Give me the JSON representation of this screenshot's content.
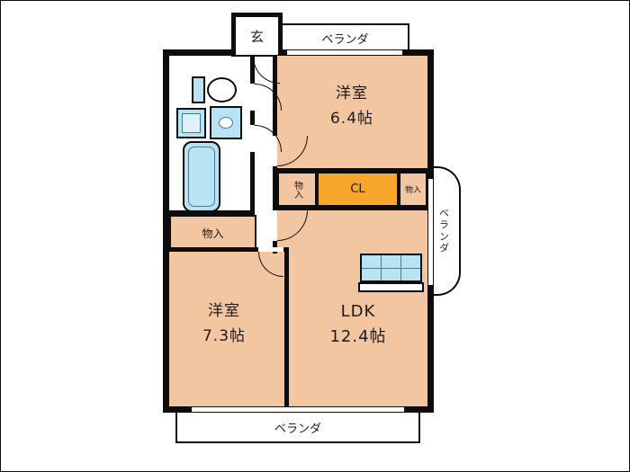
{
  "floorplan": {
    "genkan_label": "玄",
    "veranda_top_label": "ベランダ",
    "veranda_right_label": "ベランダ",
    "veranda_bottom_label": "ベランダ",
    "rooms": {
      "western_top": {
        "name": "洋室",
        "size": "6.4帖"
      },
      "western_bottom": {
        "name": "洋室",
        "size": "7.3帖"
      },
      "ldk": {
        "name": "LDK",
        "size": "12.4帖"
      }
    },
    "storages": {
      "closet_label": "CL",
      "hall_label": "物入",
      "upper_right_label": "物入",
      "left_label": "物入"
    }
  },
  "colors": {
    "wall": "#0d0d0d",
    "room_fill": "#f3c6a2",
    "closet_fill": "#f6a72b",
    "fixture_fill": "#b9e2f2",
    "fixture_line": "#4a7a96",
    "background": "#ffffff"
  }
}
